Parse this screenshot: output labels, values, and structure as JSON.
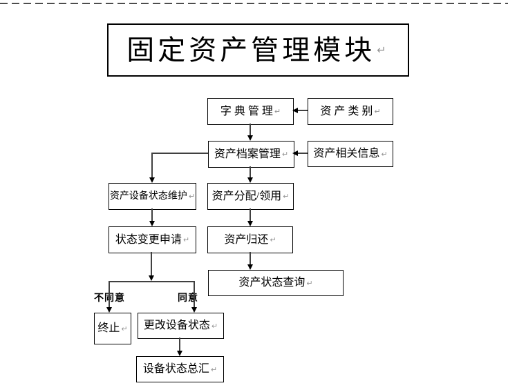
{
  "page": {
    "background": "#ffffff",
    "dashed_rule_color": "#4d4d4d",
    "box_border_color": "#000000",
    "connector_color": "#404040",
    "arrowhead_color": "#000000",
    "paragraph_mark_color": "#949494"
  },
  "marks": {
    "return": "↵"
  },
  "title": {
    "text": "固定资产管理模块"
  },
  "boxes": {
    "dict": "字 典 管 理",
    "category": "资 产 类 别",
    "archive": "资产档案管理",
    "related_info": "资产相关信息",
    "maintain": "资产设备状态维护",
    "alloc": "资产分配/领用",
    "request": "状态变更申请",
    "return": "资产归还",
    "query": "资产状态查询",
    "terminate": "终止",
    "change": "更改设备状态",
    "summary": "设备状态总汇"
  },
  "labels": {
    "disagree": "不同意",
    "agree": "同意"
  }
}
